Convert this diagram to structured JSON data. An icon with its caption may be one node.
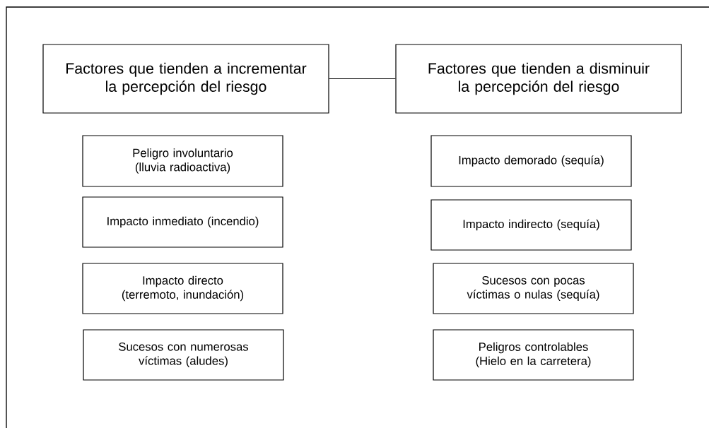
{
  "diagram": {
    "nodes": [
      {
        "text": [
          "Factores que tienden a incrementar la percepción del riesgo"
        ]
      },
      {
        "text": [
          "Factores que tienden a disminuir la percepción del riesgo"
        ]
      },
      {
        "text": [
          "Peligro involuntario (lluvia radioactiva)"
        ]
      },
      {
        "text": [
          "Impacto inmediato (incendio)"
        ]
      },
      {
        "text": [
          "Impacto directo (terremoto, inundación)"
        ]
      },
      {
        "text": [
          "Sucesos con numerosas víctimas (aludes)"
        ]
      },
      {
        "text": [
          "Impacto demorado (sequía)"
        ]
      },
      {
        "text": [
          "Impacto indirecto (sequía)"
        ]
      },
      {
        "text": [
          "Sucesos con pocas víctimas o nulas (sequía)"
        ]
      },
      {
        "text": [
          "Peligros controlables (Hielo en la carretera)"
        ]
      }
    ],
    "edges": [
      {
        "from": 0,
        "to": 1,
        "arrow": "none"
      }
    ]
  }
}
